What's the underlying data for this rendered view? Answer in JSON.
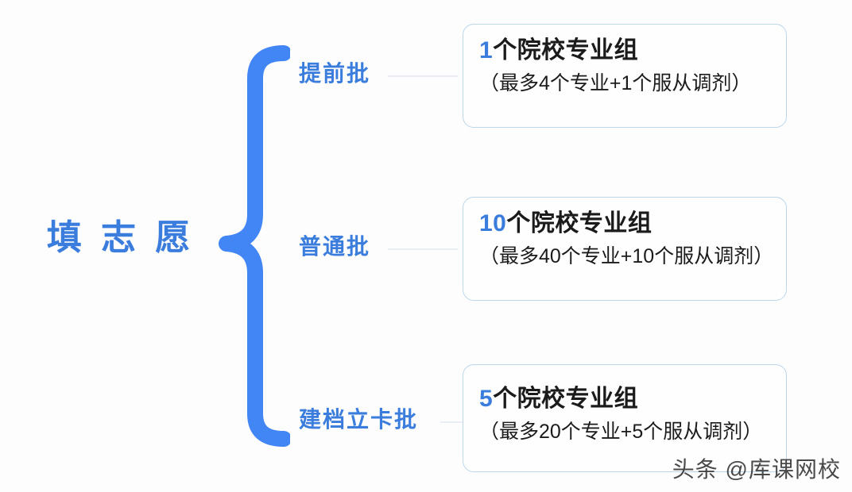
{
  "diagram": {
    "type": "bracket-mindmap",
    "root": {
      "label": "填 志 愿",
      "color": "#3b7ddd"
    },
    "brace": {
      "name": "curly-brace",
      "color": "#4285f4"
    },
    "branches": [
      {
        "label": "提前批",
        "card": {
          "heading_number": "1",
          "heading_text": "个院校专业组",
          "subtext": "（最多4个专业+1个服从调剂）"
        }
      },
      {
        "label": "普通批",
        "card": {
          "heading_number": "10",
          "heading_text": "个院校专业组",
          "subtext": "（最多40个专业+10个服从调剂）"
        }
      },
      {
        "label": "建档立卡批",
        "card": {
          "heading_number": "5",
          "heading_text": "个院校专业组",
          "subtext": "（最多20个专业+5个服从调剂）"
        }
      }
    ],
    "watermark": "头条 @库课网校",
    "colors": {
      "accent_blue": "#3b7ddd",
      "brace_blue": "#4285f4",
      "card_border": "#bcd6ea",
      "connector": "#e9eef6",
      "text_dark": "#1b1b1b",
      "background": "#fdfdfe"
    }
  }
}
